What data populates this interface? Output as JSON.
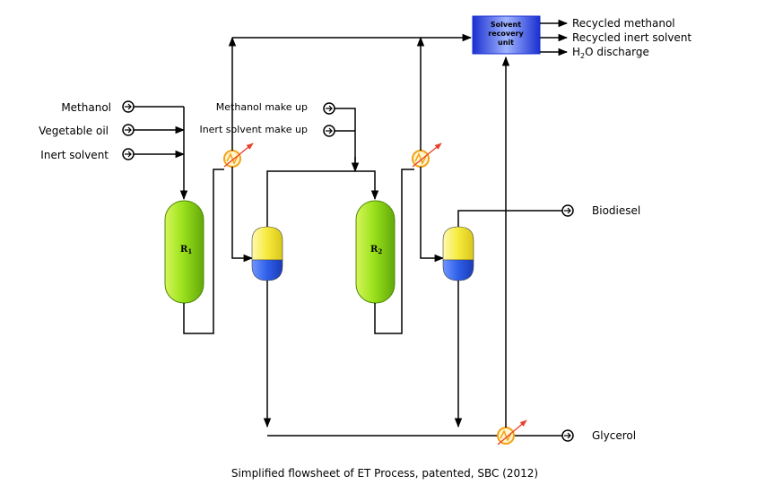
{
  "inputs": {
    "methanol": "Methanol",
    "vegetable_oil": "Vegetable oil",
    "inert_solvent": "Inert solvent",
    "methanol_makeup": "Methanol make up",
    "inert_solvent_makeup": "Inert solvent make up"
  },
  "reactors": {
    "r1": "R",
    "r1_sub": "1",
    "r2": "R",
    "r2_sub": "2"
  },
  "recovery_unit": {
    "line1": "Solvent",
    "line2": "recovery",
    "line3": "unit"
  },
  "outputs": {
    "recycled_methanol": "Recycled methanol",
    "recycled_inert_solvent": "Recycled inert solvent",
    "h2o_prefix": "H",
    "h2o_sub": "2",
    "h2o_suffix": "O discharge",
    "biodiesel": "Biodiesel",
    "glycerol": "Glycerol"
  },
  "caption": "Simplified flowsheet of ET Process, patented, SBC (2012)",
  "colors": {
    "reactor_green": "#9be21c",
    "separator_yellow": "#f5ea3c",
    "separator_blue": "#2f5fe8",
    "recovery_blue": "#2b4fe0",
    "heat_exchanger_orange": "#f2a21c",
    "arrow_red": "#e8402a"
  }
}
